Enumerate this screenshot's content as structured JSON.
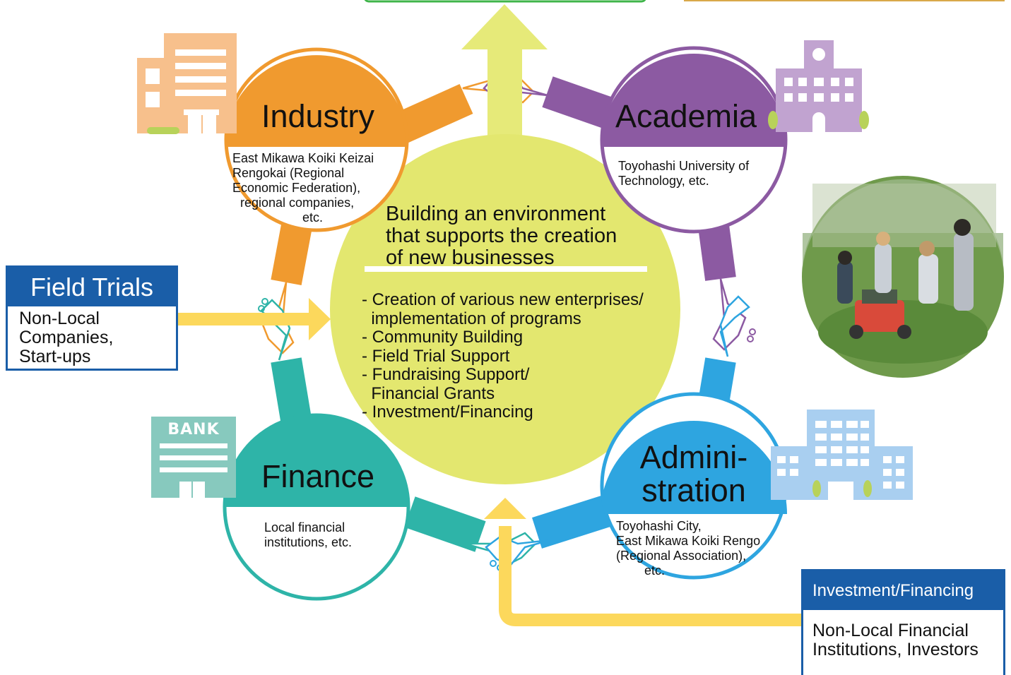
{
  "hub": {
    "title": [
      "Building an environment",
      "that supports the creation",
      "of new businesses"
    ],
    "items": [
      "- Creation of various new enterprises/",
      "  implementation of programs",
      "- Community Building",
      "- Field Trial Support",
      "- Fundraising Support/",
      "  Financial Grants",
      "- Investment/Financing"
    ]
  },
  "sectors": {
    "industry": {
      "title": "Industry",
      "desc": [
        "East Mikawa Koiki Keizai",
        "Rengokai (Regional",
        "Economic Federation),",
        "regional companies,",
        "etc."
      ]
    },
    "academia": {
      "title": "Academia",
      "desc": [
        "Toyohashi University of",
        "Technology, etc."
      ]
    },
    "finance": {
      "title": "Finance",
      "desc": [
        "Local financial",
        "institutions, etc."
      ],
      "bank_sign": "BANK"
    },
    "administration": {
      "title": [
        "Admini-",
        "stration"
      ],
      "desc": [
        "Toyohashi City,",
        "East Mikawa Koiki Rengo",
        "(Regional Association),",
        "etc."
      ]
    }
  },
  "field_trials": {
    "header": "Field Trials",
    "body": [
      "Non-Local",
      "Companies,",
      "Start-ups"
    ]
  },
  "investment": {
    "header": "Investment/Financing",
    "body": [
      "Non-Local Financial",
      "Institutions, Investors"
    ]
  },
  "colors": {
    "industry": "#f09a2f",
    "academia": "#8c5aa2",
    "finance": "#2eb4a8",
    "administration": "#2ea5e0",
    "hub": "#e3e76f",
    "up_arrow": "#e6ea79",
    "yellow_arrow": "#fcd85c",
    "box_border": "#1a5ea8",
    "industry_building": "#f7c08c",
    "academia_building": "#c1a3d0",
    "bank_building": "#87c9be",
    "admin_building": "#a9cff0"
  },
  "icons": [
    "office-building-icon",
    "university-icon",
    "bank-icon",
    "city-hall-icon",
    "handshake-icon",
    "arrow-up-icon",
    "arrow-right-icon"
  ]
}
